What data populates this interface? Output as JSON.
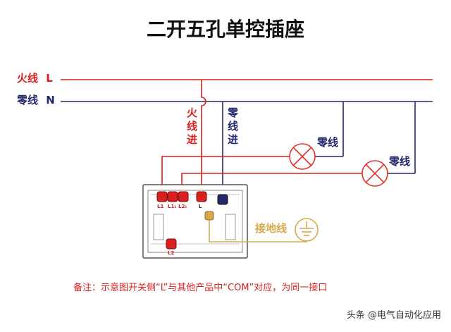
{
  "title": "二开五孔单控插座",
  "labels": {
    "live_line": "火线",
    "live_letter": "L",
    "neutral_line": "零线",
    "neutral_letter": "N",
    "live_in": "火线进",
    "neutral_in": "零线进",
    "lamp1_neutral": "零线",
    "lamp2_neutral": "零线",
    "ground_line": "接地线"
  },
  "terminals": {
    "l1": "L1",
    "l11": "L1₁",
    "l21": "L2₁",
    "l": "L",
    "l2": "L2"
  },
  "note": "备注：示意图开关侧“L”与其他产品中“COM”对应，为同一接口",
  "watermark": "头条 @电气自动化应用",
  "colors": {
    "live": "#d8201f",
    "neutral": "#24286e",
    "ground": "#d9a84a",
    "lamp": "#e4312b"
  }
}
